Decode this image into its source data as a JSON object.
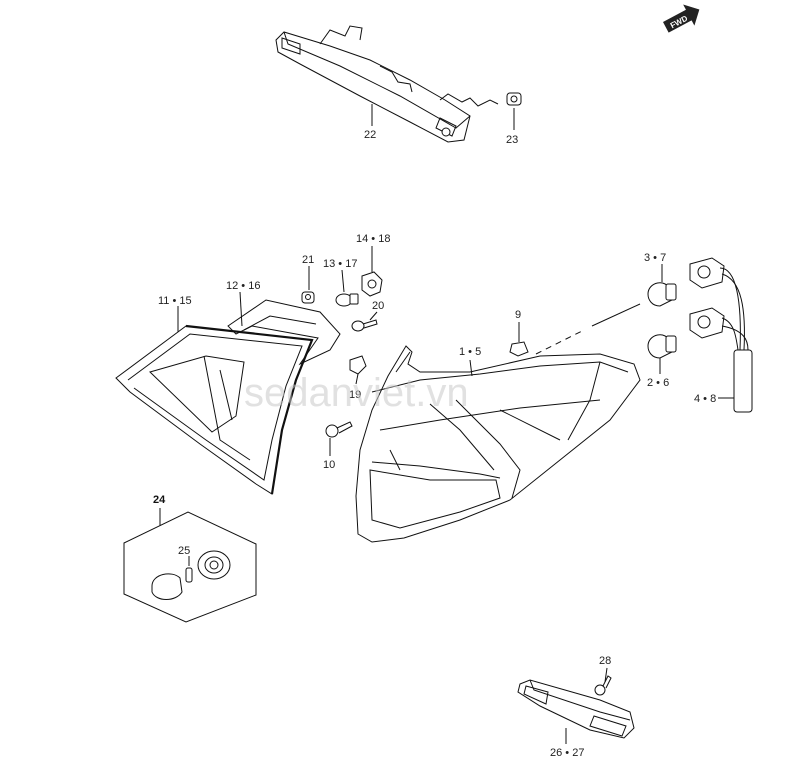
{
  "labels": {
    "p22": "22",
    "p23": "23",
    "p14_18": "14 • 18",
    "p21": "21",
    "p13_17": "13 • 17",
    "p12_16": "12 • 16",
    "p11_15": "11 • 15",
    "p20": "20",
    "p19": "19",
    "p10": "10",
    "p9": "9",
    "p1_5": "1 • 5",
    "p3_7": "3 • 7",
    "p2_6": "2 • 6",
    "p4_8": "4 • 8",
    "p24": "24",
    "p25": "25",
    "p28": "28",
    "p26_27": "26 • 27"
  },
  "fwd_label": "FWD",
  "watermark": "sedanviet.vn"
}
